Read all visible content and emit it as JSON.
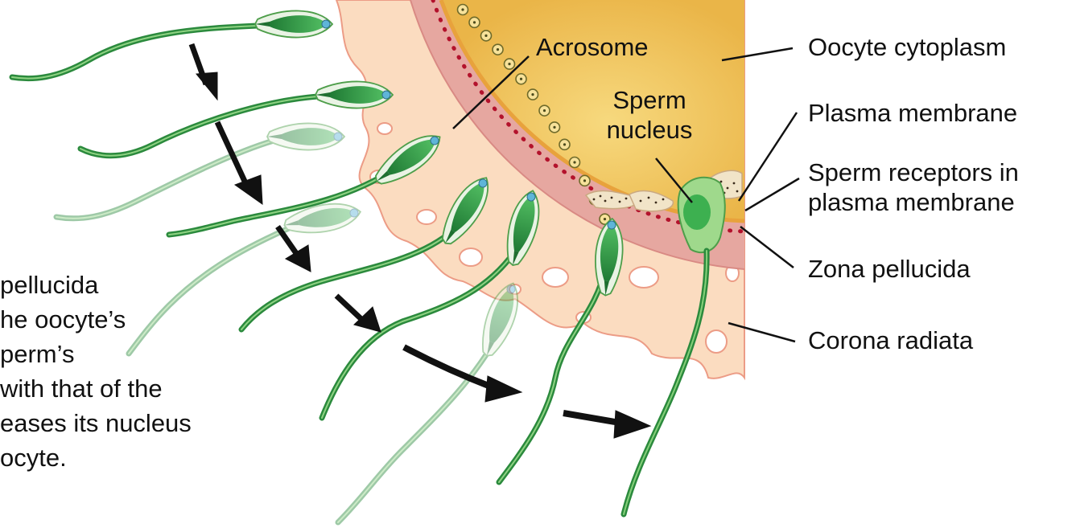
{
  "labels": {
    "acrosome": "Acrosome",
    "sperm_nucleus_line1": "Sperm",
    "sperm_nucleus_line2": "nucleus",
    "oocyte_cytoplasm": "Oocyte cytoplasm",
    "plasma_membrane": "Plasma membrane",
    "sperm_receptors_line1": "Sperm receptors in",
    "sperm_receptors_line2": "plasma membrane",
    "zona_pellucida": "Zona pellucida",
    "corona_radiata": "Corona radiata"
  },
  "left_text": [
    "pellucida",
    "he oocyte’s",
    "perm’s",
    "with that of the",
    "eases its nucleus",
    "ocyte."
  ],
  "colors": {
    "cytoplasm": "#f2c457",
    "zona": "#e6a7a0",
    "corona": "#fbdcc0",
    "sperm_green": "#2f9a45",
    "arrow": "#111111"
  }
}
